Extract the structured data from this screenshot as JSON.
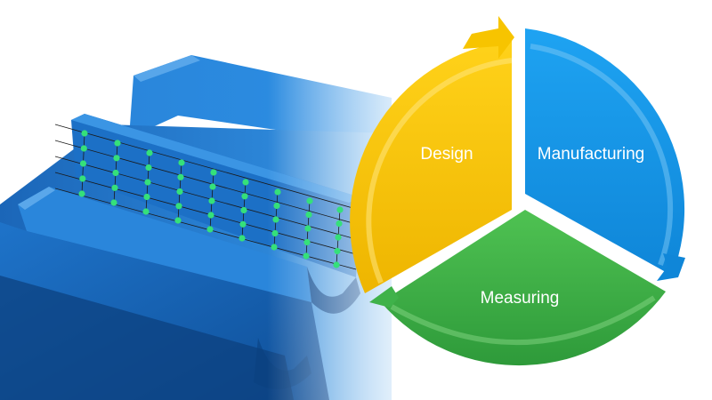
{
  "cycle": {
    "segments": [
      {
        "label": "Design",
        "color": "#f5c000"
      },
      {
        "label": "Manufacturing",
        "color": "#1a97ea"
      },
      {
        "label": "Measuring",
        "color": "#3fb24a"
      }
    ]
  },
  "gear": {
    "color": "#1e7fd3",
    "measurement_point_color": "#35e07a"
  }
}
